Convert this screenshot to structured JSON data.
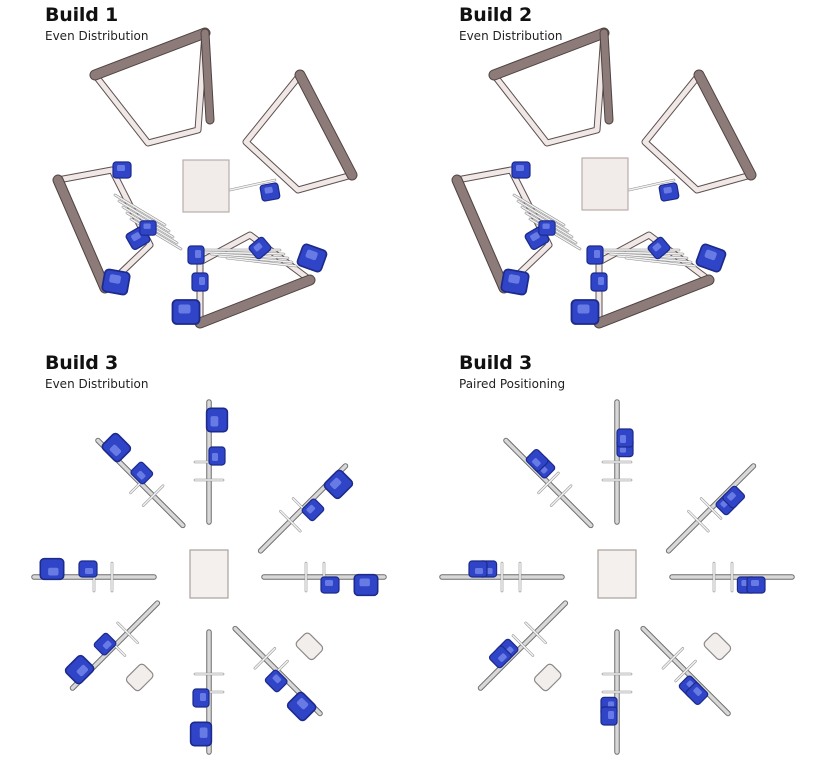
{
  "panels": [
    {
      "title": "Build 1",
      "subtitle": "Even Distribution"
    },
    {
      "title": "Build 2",
      "subtitle": "Even Distribution"
    },
    {
      "title": "Build 3",
      "subtitle": "Even Distribution"
    },
    {
      "title": "Build 3",
      "subtitle": "Paired Positioning"
    }
  ],
  "colors": {
    "frame": "#8c7b78",
    "frame_light": "#efe8e6",
    "robot_blue": "#2f44c7",
    "robot_dark": "#1c2a8a",
    "center_object": "#f1ecea",
    "rod": "#a8a8a8"
  }
}
